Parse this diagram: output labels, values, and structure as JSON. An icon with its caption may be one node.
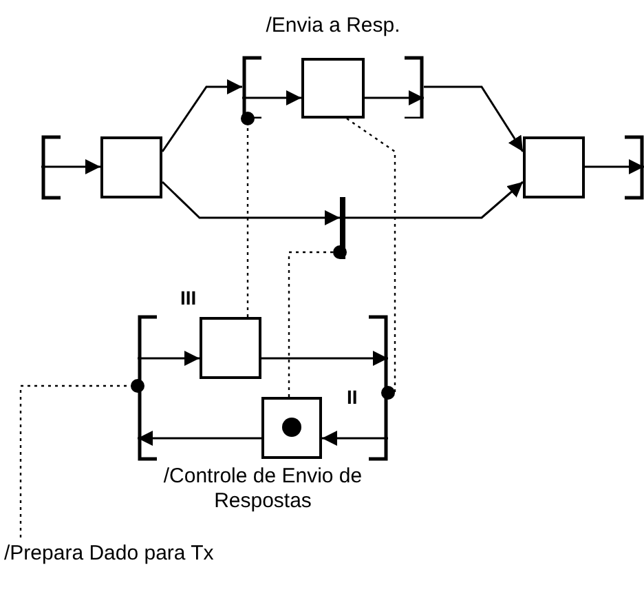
{
  "diagram": {
    "nodes": [
      {
        "text": [],
        "shape": "box"
      },
      {
        "text": [
          "/Envia a Resp."
        ]
      },
      {
        "text": [],
        "shape": "box",
        "in": 1
      },
      {
        "text": [],
        "shape": "box"
      },
      {
        "text": [],
        "shape": "bar"
      },
      {
        "text": [
          "/Controle de Envio de Respostas"
        ]
      },
      {
        "text": [],
        "shape": "box",
        "in": 5,
        "beside": [
          "III"
        ]
      },
      {
        "text": [],
        "shape": "box",
        "in": 5,
        "beside": [
          "II"
        ]
      },
      {
        "text": [
          "/Prepara Dado para Tx"
        ]
      },
      {
        "text": [],
        "shape": "bracket"
      },
      {
        "text": [],
        "shape": "bracket"
      }
    ],
    "edges": [
      {
        "from": 9,
        "to": 0,
        "arrow": "to"
      },
      {
        "from": 0,
        "to": 1,
        "arrow": "to"
      },
      {
        "from": 0,
        "to": 4,
        "arrow": "to"
      },
      {
        "from": 1,
        "to": 2,
        "arrow": "to"
      },
      {
        "from": 2,
        "to": 1,
        "arrow": "to"
      },
      {
        "from": 1,
        "to": 3,
        "arrow": "to"
      },
      {
        "from": 4,
        "to": 3,
        "arrow": "to"
      },
      {
        "from": 3,
        "to": 10,
        "arrow": "to"
      },
      {
        "from": 5,
        "to": 6,
        "arrow": "to"
      },
      {
        "from": 6,
        "to": 5,
        "arrow": "to"
      },
      {
        "from": 5,
        "to": 7,
        "arrow": "to"
      },
      {
        "from": 7,
        "to": 5,
        "arrow": "to"
      },
      {
        "from": 6,
        "to": 1,
        "arrow": "other",
        "style": "dashed"
      },
      {
        "from": 7,
        "to": 4,
        "arrow": "other",
        "style": "dashed"
      },
      {
        "from": 2,
        "to": 5,
        "arrow": "other",
        "style": "dashed"
      },
      {
        "from": 8,
        "to": 5,
        "arrow": "other",
        "style": "dashed"
      }
    ]
  }
}
